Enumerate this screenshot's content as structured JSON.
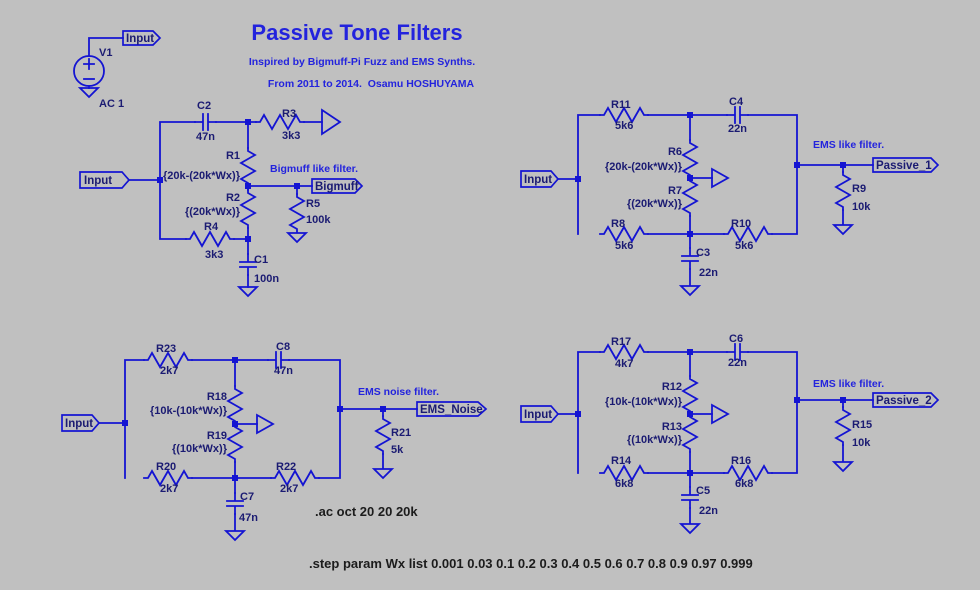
{
  "title_block": {
    "title": "Passive Tone Filters",
    "subtitle1": "Inspired by Bigmuff-Pi Fuzz and EMS Synths.",
    "subtitle2": "From 2011 to 2014.  Osamu HOSHUYAMA"
  },
  "source": {
    "name": "V1",
    "value": "AC 1",
    "port": "Input"
  },
  "directives": {
    "ac": ".ac oct 20 20 20k",
    "step": ".step param Wx list 0.001 0.03 0.1 0.2 0.3 0.4 0.5 0.6 0.7 0.8 0.9 0.97 0.999"
  },
  "colors": {
    "background": "#c0c0c0",
    "wire_blue": "#1414d2",
    "component_text": "#1b1b72",
    "comment_blue": "#2323dd",
    "directive_black": "#1c1c1c"
  },
  "circuits": {
    "bigmuff": {
      "comment": "Bigmuff like filter.",
      "input_port": "Input",
      "output_port": "Bigmuff",
      "C2": {
        "name": "C2",
        "value": "47n"
      },
      "R3": {
        "name": "R3",
        "value": "3k3"
      },
      "R1": {
        "name": "R1",
        "value": "{20k-(20k*Wx)}"
      },
      "R2": {
        "name": "R2",
        "value": "{(20k*Wx)}"
      },
      "R4": {
        "name": "R4",
        "value": "3k3"
      },
      "C1": {
        "name": "C1",
        "value": "100n"
      },
      "R5": {
        "name": "R5",
        "value": "100k"
      }
    },
    "passive1": {
      "comment": "EMS like filter.",
      "input_port": "Input",
      "output_port": "Passive_1",
      "R11": {
        "name": "R11",
        "value": "5k6"
      },
      "C4": {
        "name": "C4",
        "value": "22n"
      },
      "R6": {
        "name": "R6",
        "value": "{20k-(20k*Wx)}"
      },
      "R7": {
        "name": "R7",
        "value": "{(20k*Wx)}"
      },
      "R8": {
        "name": "R8",
        "value": "5k6"
      },
      "R10": {
        "name": "R10",
        "value": "5k6"
      },
      "C3": {
        "name": "C3",
        "value": "22n"
      },
      "R9": {
        "name": "R9",
        "value": "10k"
      }
    },
    "ems_noise": {
      "comment": "EMS noise filter.",
      "input_port": "Input",
      "output_port": "EMS_Noise",
      "R23": {
        "name": "R23",
        "value": "2k7"
      },
      "C8": {
        "name": "C8",
        "value": "47n"
      },
      "R18": {
        "name": "R18",
        "value": "{10k-(10k*Wx)}"
      },
      "R19": {
        "name": "R19",
        "value": "{(10k*Wx)}"
      },
      "R20": {
        "name": "R20",
        "value": "2k7"
      },
      "R22": {
        "name": "R22",
        "value": "2k7"
      },
      "C7": {
        "name": "C7",
        "value": "47n"
      },
      "R21": {
        "name": "R21",
        "value": "5k"
      }
    },
    "passive2": {
      "comment": "EMS like filter.",
      "input_port": "Input",
      "output_port": "Passive_2",
      "R17": {
        "name": "R17",
        "value": "4k7"
      },
      "C6": {
        "name": "C6",
        "value": "22n"
      },
      "R12": {
        "name": "R12",
        "value": "{10k-(10k*Wx)}"
      },
      "R13": {
        "name": "R13",
        "value": "{(10k*Wx)}"
      },
      "R14": {
        "name": "R14",
        "value": "6k8"
      },
      "R16": {
        "name": "R16",
        "value": "6k8"
      },
      "C5": {
        "name": "C5",
        "value": "22n"
      },
      "R15": {
        "name": "R15",
        "value": "10k"
      }
    }
  }
}
